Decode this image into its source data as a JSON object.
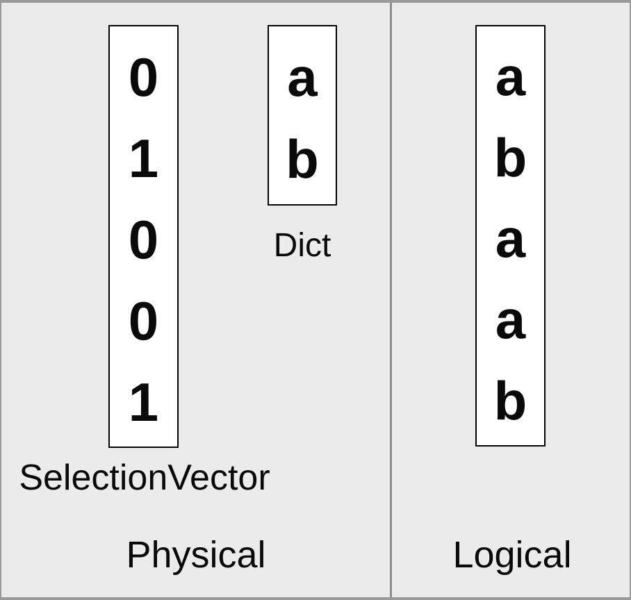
{
  "colors": {
    "background": "#ebebeb",
    "frame_border": "#999999",
    "divider": "#8c8c8c",
    "box_background": "#ffffff",
    "box_border": "#000000",
    "text": "#0a0a0a"
  },
  "physical": {
    "label": "Physical",
    "selection_vector": {
      "label": "SelectionVector",
      "values": [
        "0",
        "1",
        "0",
        "0",
        "1"
      ]
    },
    "dict": {
      "label": "Dict",
      "values": [
        "a",
        "b"
      ]
    }
  },
  "logical": {
    "label": "Logical",
    "values": [
      "a",
      "b",
      "a",
      "a",
      "b"
    ]
  }
}
